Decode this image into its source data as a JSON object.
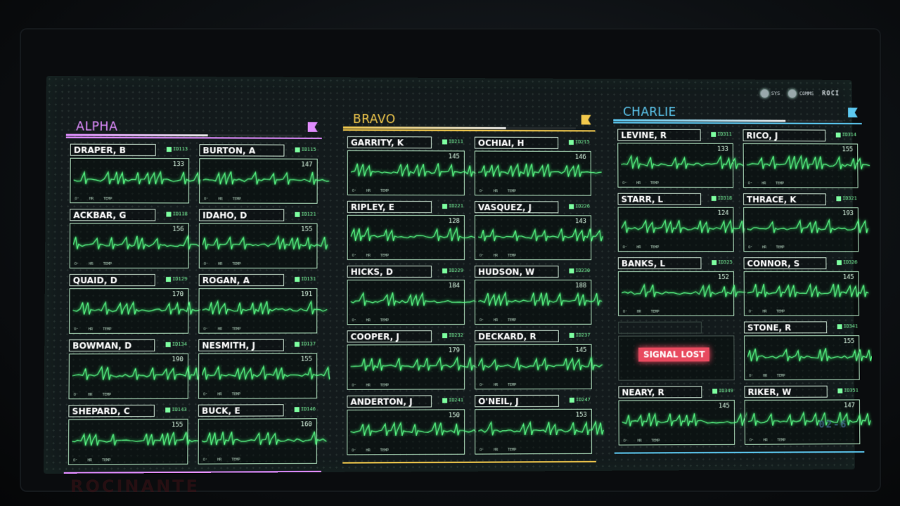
{
  "status_icons": [
    {
      "icon": "system-status-icon",
      "label": "SYS"
    },
    {
      "icon": "comms-status-icon",
      "label": "COMMS"
    },
    {
      "icon": "ship-logo-icon",
      "label": "ROCI"
    }
  ],
  "squads": [
    {
      "name": "ALPHA",
      "color": "#e08cff",
      "progress": 0.6,
      "patients": [
        {
          "name": "DRAPER, B",
          "id": "ID113",
          "bpm": "133"
        },
        {
          "name": "BURTON, A",
          "id": "ID115",
          "bpm": "147"
        },
        {
          "name": "ACKBAR, G",
          "id": "ID118",
          "bpm": "156"
        },
        {
          "name": "IDAHO, D",
          "id": "ID121",
          "bpm": "155"
        },
        {
          "name": "QUAID, D",
          "id": "ID129",
          "bpm": "170"
        },
        {
          "name": "ROGAN, A",
          "id": "ID131",
          "bpm": "191"
        },
        {
          "name": "BOWMAN, D",
          "id": "ID134",
          "bpm": "190"
        },
        {
          "name": "NESMITH, J",
          "id": "ID137",
          "bpm": "155"
        },
        {
          "name": "SHEPARD, C",
          "id": "ID143",
          "bpm": "155"
        },
        {
          "name": "BUCK, E",
          "id": "ID146",
          "bpm": "160"
        }
      ]
    },
    {
      "name": "BRAVO",
      "color": "#f2c94c",
      "progress": 0.7,
      "patients": [
        {
          "name": "GARRITY, K",
          "id": "ID211",
          "bpm": "145"
        },
        {
          "name": "OCHIAI, H",
          "id": "ID215",
          "bpm": "146"
        },
        {
          "name": "RIPLEY, E",
          "id": "ID221",
          "bpm": "128"
        },
        {
          "name": "VASQUEZ, J",
          "id": "ID226",
          "bpm": "143"
        },
        {
          "name": "HICKS, D",
          "id": "ID229",
          "bpm": "184"
        },
        {
          "name": "HUDSON, W",
          "id": "ID230",
          "bpm": "188"
        },
        {
          "name": "COOPER, J",
          "id": "ID232",
          "bpm": "179"
        },
        {
          "name": "DECKARD, R",
          "id": "ID237",
          "bpm": "145"
        },
        {
          "name": "ANDERTON, J",
          "id": "ID241",
          "bpm": "150"
        },
        {
          "name": "O'NEIL, J",
          "id": "ID247",
          "bpm": "153"
        }
      ]
    },
    {
      "name": "CHARLIE",
      "color": "#5cc8f0",
      "progress": 0.75,
      "patients": [
        {
          "name": "LEVINE, R",
          "id": "ID311",
          "bpm": "133"
        },
        {
          "name": "RICO, J",
          "id": "ID314",
          "bpm": "155"
        },
        {
          "name": "STARR, L",
          "id": "ID318",
          "bpm": "124"
        },
        {
          "name": "THRACE, K",
          "id": "ID321",
          "bpm": "193"
        },
        {
          "name": "BANKS, L",
          "id": "ID325",
          "bpm": "152"
        },
        {
          "name": "CONNOR, S",
          "id": "ID326",
          "bpm": "145"
        },
        {
          "name": "",
          "id": "",
          "bpm": "",
          "lost": true,
          "lost_label": "SIGNAL LOST"
        },
        {
          "name": "STONE, R",
          "id": "ID341",
          "bpm": "155"
        },
        {
          "name": "NEARY, R",
          "id": "ID349",
          "bpm": "145"
        },
        {
          "name": "RIKER, W",
          "id": "ID351",
          "bpm": "147"
        }
      ]
    }
  ],
  "monitor_labels": {
    "o2": "O²",
    "hr": "HR",
    "temp": "TEMP"
  },
  "screen_code": "02-6",
  "reflection_text": "ROCINANTE"
}
